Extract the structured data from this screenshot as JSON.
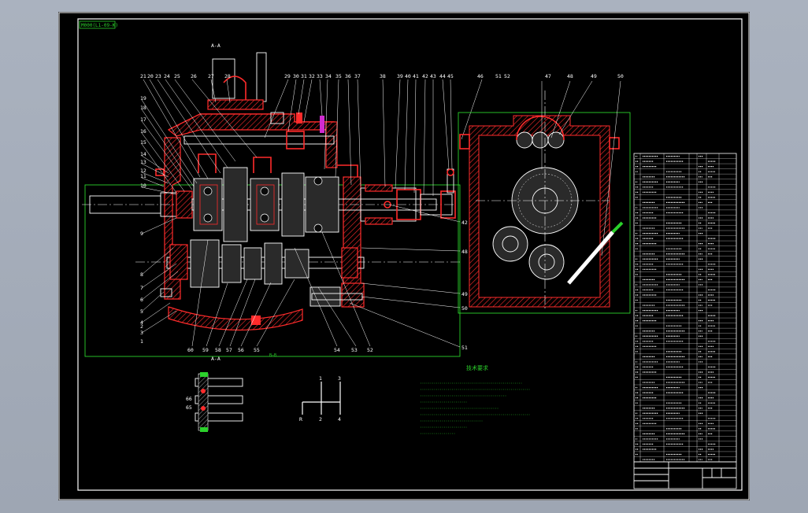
{
  "drawing": {
    "frame_tag": "M000(L1-09-K)",
    "view_label_top": "A-A",
    "view_label_bottom": "A-A",
    "section_tag_bottom": "B—B",
    "notes_heading": "技术要求",
    "shift_pattern": [
      "1",
      "3",
      "R",
      "2",
      "4"
    ]
  },
  "part_labels": {
    "top": [
      "21",
      "20",
      "23",
      "24",
      "25",
      "26",
      "27",
      "28",
      "29",
      "30",
      "31",
      "32",
      "33",
      "34",
      "35",
      "36",
      "37",
      "38",
      "39",
      "40",
      "41",
      "42",
      "43",
      "44",
      "45",
      "46",
      "47",
      "48",
      "49",
      "50",
      "51",
      "52"
    ],
    "left": [
      "19",
      "18",
      "17",
      "16",
      "15",
      "14",
      "13",
      "12",
      "11",
      "10",
      "9",
      "8",
      "7",
      "6",
      "5",
      "4",
      "3",
      "2",
      "1"
    ],
    "bottom": [
      "60",
      "59",
      "58",
      "57",
      "56",
      "55",
      "54",
      "53",
      "52"
    ],
    "right": [
      "42",
      "48",
      "49",
      "50",
      "51"
    ],
    "detail": [
      "66",
      "65"
    ]
  },
  "colors": {
    "background": "#000000",
    "line": "#ffffff",
    "section": "#ff2b2b",
    "frame": "#2bd12b"
  }
}
